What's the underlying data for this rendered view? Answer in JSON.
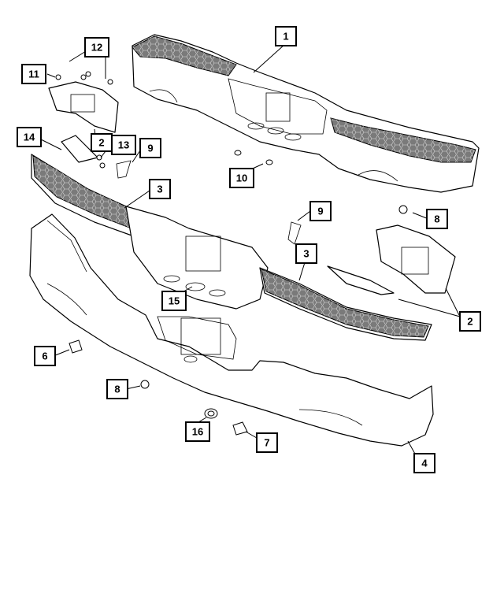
{
  "diagram": {
    "callouts": [
      {
        "id": "c1",
        "label": "1"
      },
      {
        "id": "c2a",
        "label": "2"
      },
      {
        "id": "c2b",
        "label": "2"
      },
      {
        "id": "c3a",
        "label": "3"
      },
      {
        "id": "c3b",
        "label": "3"
      },
      {
        "id": "c4",
        "label": "4"
      },
      {
        "id": "c6",
        "label": "6"
      },
      {
        "id": "c7",
        "label": "7"
      },
      {
        "id": "c8a",
        "label": "8"
      },
      {
        "id": "c8b",
        "label": "8"
      },
      {
        "id": "c9a",
        "label": "9"
      },
      {
        "id": "c9b",
        "label": "9"
      },
      {
        "id": "c10",
        "label": "10"
      },
      {
        "id": "c11",
        "label": "11"
      },
      {
        "id": "c12",
        "label": "12"
      },
      {
        "id": "c13",
        "label": "13"
      },
      {
        "id": "c14",
        "label": "14"
      },
      {
        "id": "c15",
        "label": "15"
      },
      {
        "id": "c16",
        "label": "16"
      }
    ]
  }
}
